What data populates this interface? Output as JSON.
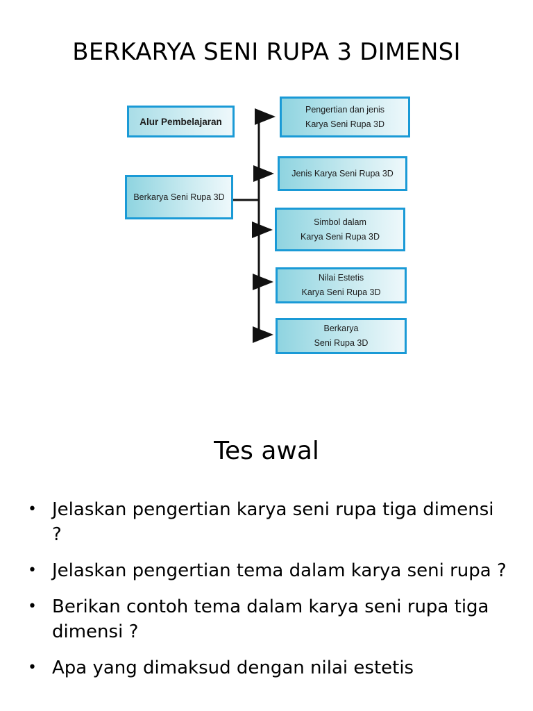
{
  "slide": {
    "title": "BERKARYA SENI RUPA 3 DIMENSI"
  },
  "diagram": {
    "header_label": "Alur Pembelajaran",
    "root_label": "Berkarya Seni Rupa 3D",
    "branches": [
      {
        "line1": "Pengertian dan jenis",
        "line2": "Karya Seni Rupa 3D"
      },
      {
        "line1": "Jenis Karya Seni Rupa 3D",
        "line2": ""
      },
      {
        "line1": "Simbol dalam",
        "line2": "Karya Seni Rupa 3D"
      },
      {
        "line1": "Nilai Estetis",
        "line2": "Karya Seni Rupa 3D"
      },
      {
        "line1": "Berkarya",
        "line2": "Seni Rupa 3D"
      }
    ],
    "colors": {
      "box_border": "#1a9ad6",
      "box_fill": "#c6e9ef",
      "connector": "#111111"
    }
  },
  "test": {
    "heading": "Tes awal",
    "questions": [
      "Jelaskan pengertian karya seni rupa tiga dimensi ?",
      "Jelaskan pengertian tema dalam karya seni rupa ?",
      "Berikan contoh tema dalam karya seni rupa tiga dimensi ?",
      "Apa yang dimaksud dengan nilai estetis"
    ],
    "bullet_glyph": "•"
  }
}
